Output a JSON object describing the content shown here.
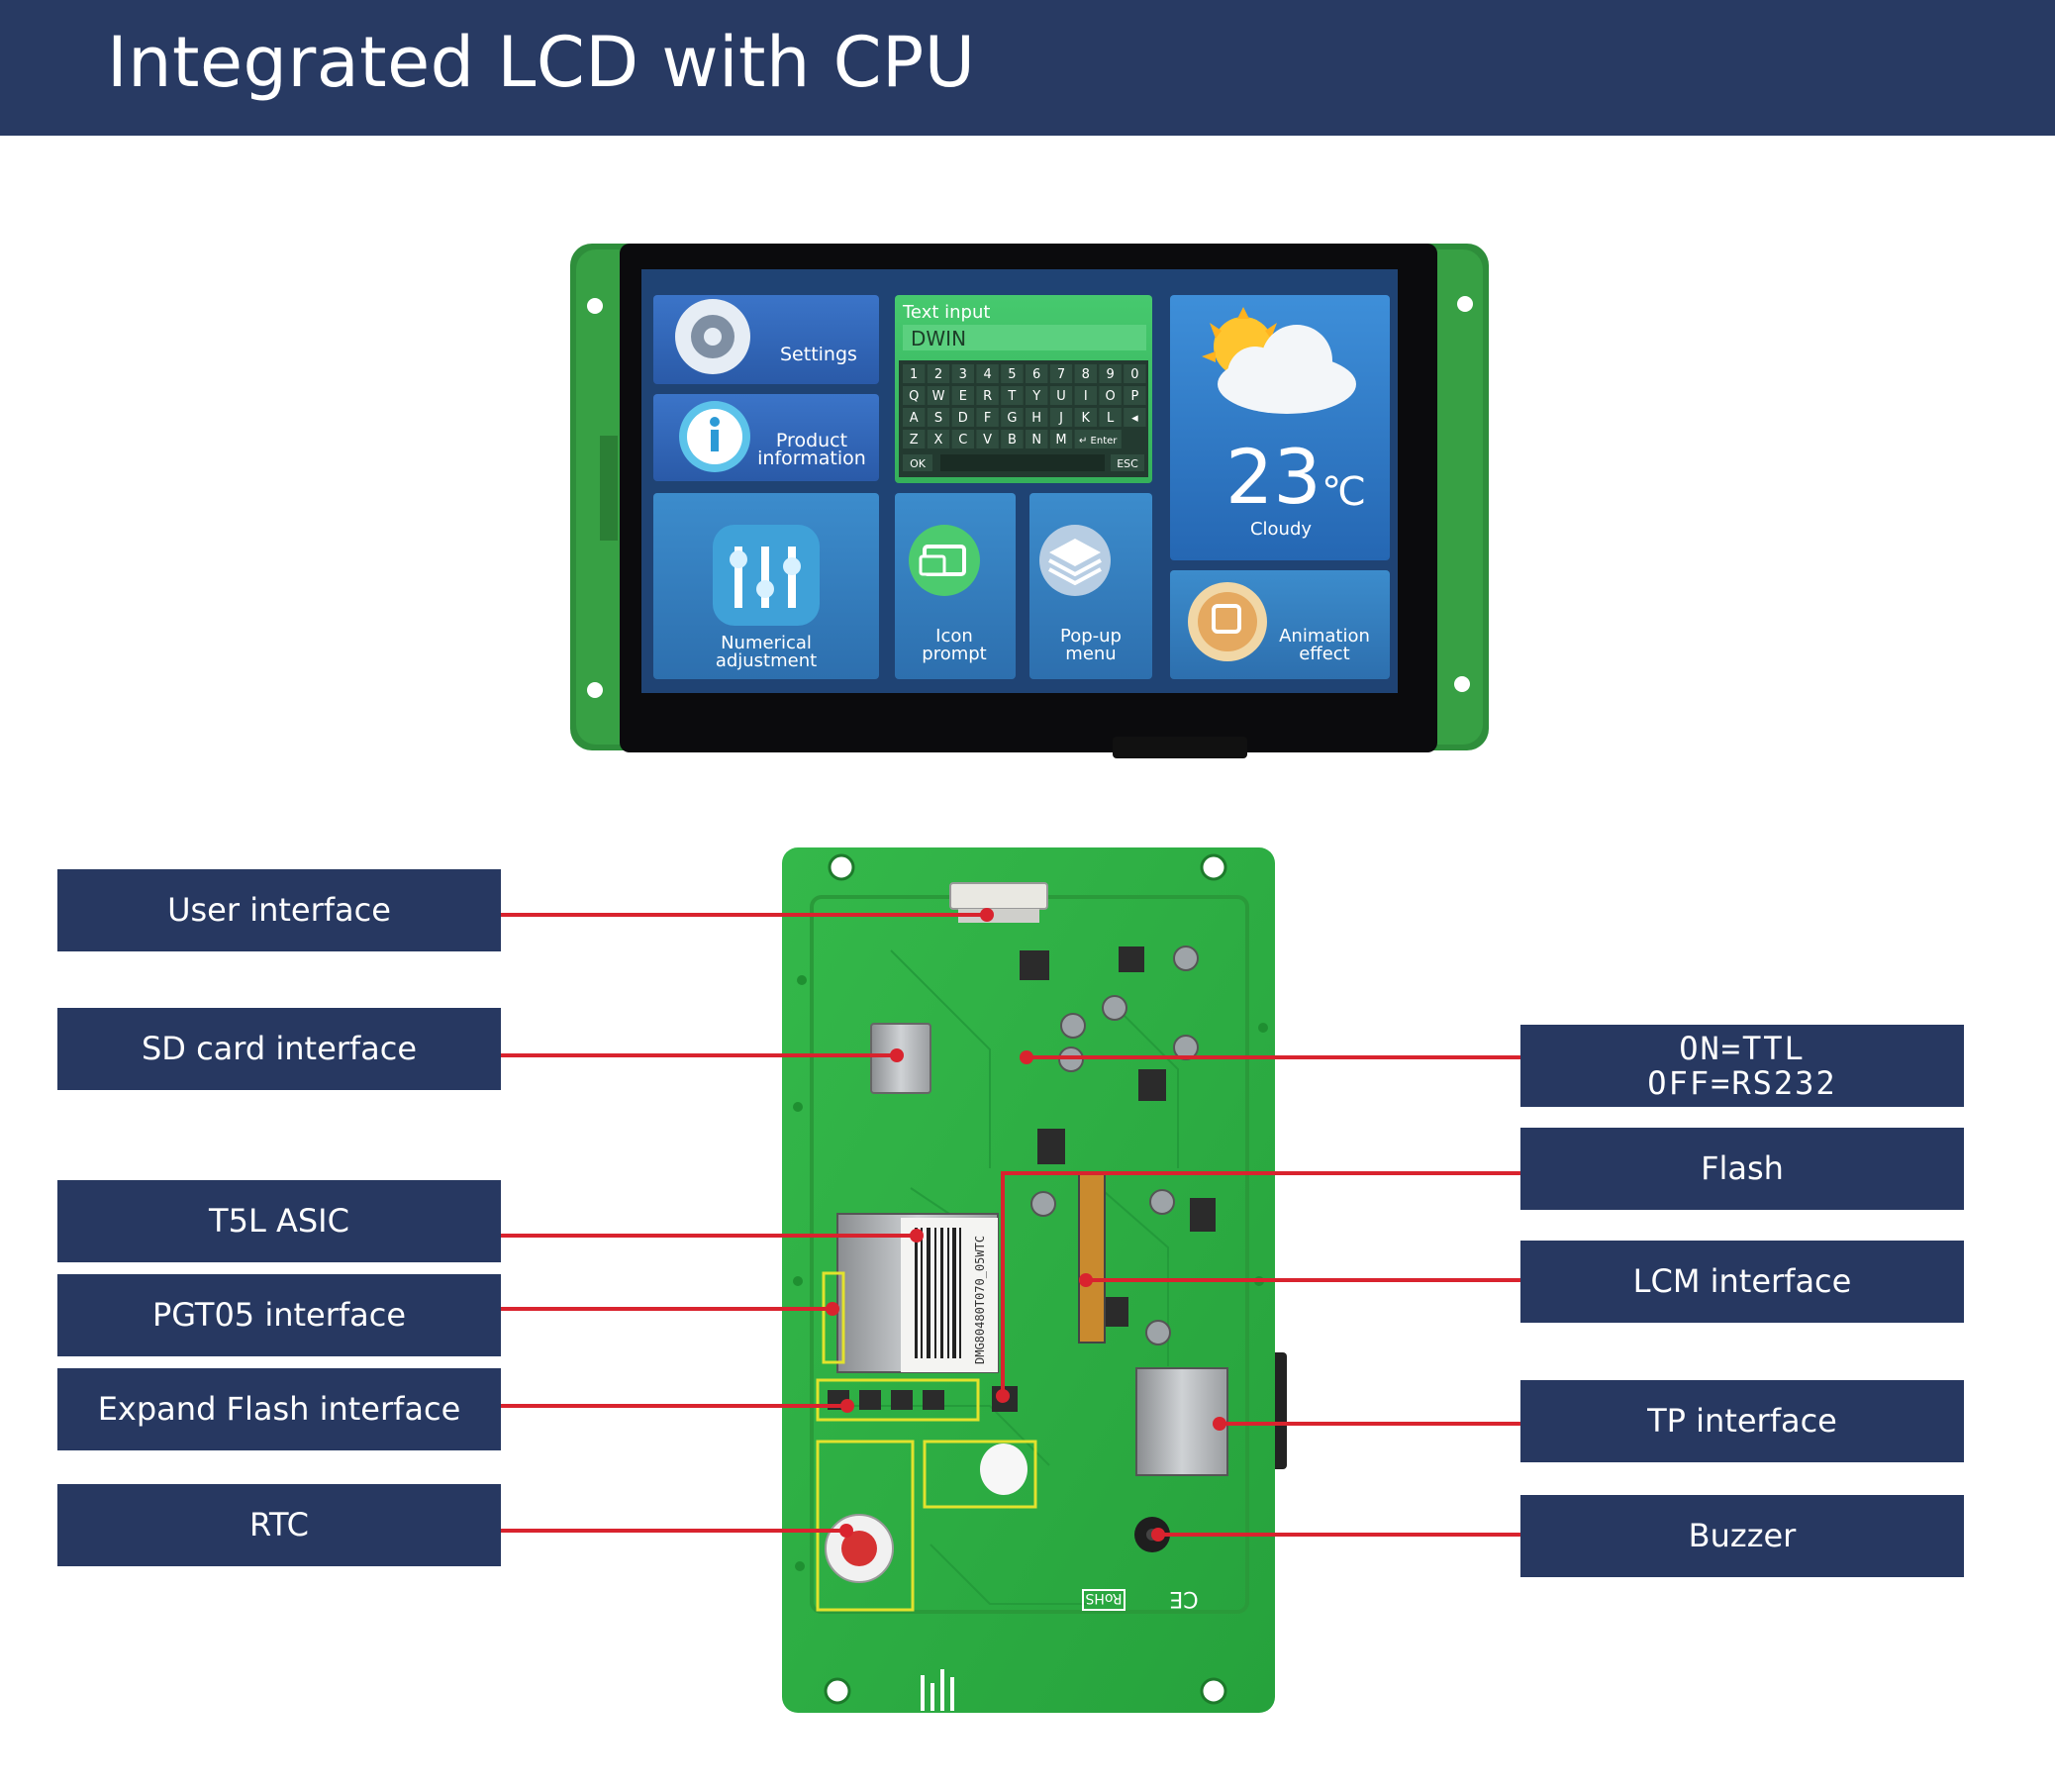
{
  "banner": {
    "title": "Integrated LCD with CPU"
  },
  "screen": {
    "settings_label": "Settings",
    "product_line1": "Product",
    "product_line2": "information",
    "text_input_label": "Text input",
    "text_input_value": "DWIN",
    "keyboard_rows": [
      [
        "1",
        "2",
        "3",
        "4",
        "5",
        "6",
        "7",
        "8",
        "9",
        "0"
      ],
      [
        "Q",
        "W",
        "E",
        "R",
        "T",
        "Y",
        "U",
        "I",
        "O",
        "P"
      ],
      [
        "A",
        "S",
        "D",
        "F",
        "G",
        "H",
        "J",
        "K",
        "L",
        "◂"
      ],
      [
        "Z",
        "X",
        "C",
        "V",
        "B",
        "N",
        "M",
        "↵ Enter"
      ]
    ],
    "key_ok": "OK",
    "key_esc": "ESC",
    "temperature": "23",
    "temperature_unit": "℃",
    "weather": "Cloudy",
    "numerical_line1": "Numerical",
    "numerical_line2": "adjustment",
    "icon_line1": "Icon",
    "icon_line2": "prompt",
    "popup_line1": "Pop-up",
    "popup_line2": "menu",
    "animation_line1": "Animation",
    "animation_line2": "effect"
  },
  "callouts": {
    "left": [
      "User interface",
      "SD card interface",
      "T5L ASIC",
      "PGT05 interface",
      "Expand Flash interface",
      "RTC"
    ],
    "right": [
      "ON=TTL\nOFF=RS232",
      "Flash",
      "LCM interface",
      "TP interface",
      "Buzzer"
    ]
  },
  "board_marks": {
    "chip_code": "DMG80480T070_05WTC",
    "rohs": "RoHS",
    "ce": "CE"
  },
  "colors": {
    "banner": "#283a63",
    "label_box": "#273861",
    "leader_line": "#d9232e",
    "pcb_green": "#2fb044"
  }
}
